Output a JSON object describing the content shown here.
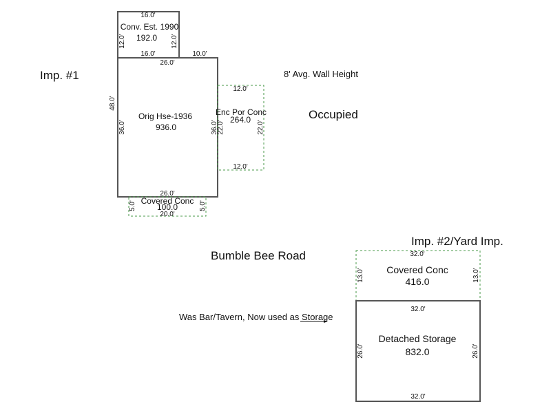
{
  "labels": {
    "imp1": "Imp. #1",
    "imp2": "Imp. #2/Yard Imp.",
    "wall_height": "8' Avg. Wall Height",
    "occupied": "Occupied",
    "road": "Bumble Bee Road",
    "storage_note": "Was Bar/Tavern, Now used as Storage"
  },
  "colors": {
    "solid_wall": "#555555",
    "dashed_area": "#4a9a4a"
  },
  "areas": {
    "conv": {
      "name": "Conv. Est. 1990",
      "area": "192.0",
      "dims": {
        "top": "16.0'",
        "bottom": "16.0'",
        "left": "12.0'",
        "right": "12.0'"
      }
    },
    "orig": {
      "name": "Orig Hse-1936",
      "area": "936.0",
      "dims": {
        "top": "26.0'",
        "bottom": "26.0'",
        "outer_left": "48.0'",
        "inner_left": "36.0'",
        "inner_right": "36.0'",
        "top_right_ext": "10.0'"
      }
    },
    "encpor": {
      "name": "Enc Por Conc",
      "area": "264.0",
      "dims": {
        "top": "12.0'",
        "bottom": "12.0'",
        "left": "22.0'",
        "right": "22.0'"
      }
    },
    "covconc1": {
      "name": "Covered Conc",
      "area": "100.0",
      "dims": {
        "bottom": "20.0'",
        "left": "5.0'",
        "right": "5.0'"
      }
    },
    "covconc2": {
      "name": "Covered Conc",
      "area": "416.0",
      "dims": {
        "top": "32.0'",
        "left": "13.0'",
        "right": "13.0'"
      }
    },
    "storage": {
      "name": "Detached Storage",
      "area": "832.0",
      "dims": {
        "top": "32.0'",
        "bottom": "32.0'",
        "left": "26.0'",
        "right": "26.0'"
      }
    }
  }
}
